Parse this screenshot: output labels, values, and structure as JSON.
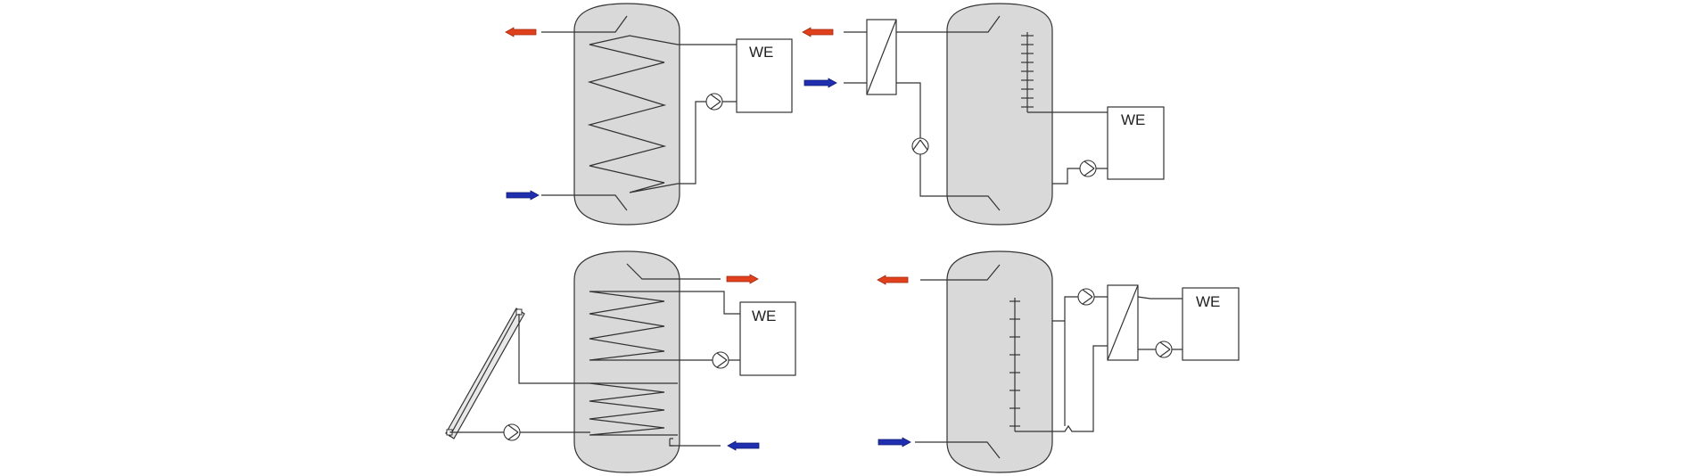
{
  "labels": {
    "we_top_left": "WE",
    "we_top_right": "WE",
    "we_bottom_left": "WE",
    "we_bottom_right": "WE"
  },
  "colors": {
    "hot_arrow": "#e0401c",
    "cold_arrow": "#1f2fb0",
    "tank_fill": "#d9d9d9",
    "line": "#333333"
  },
  "icons": {
    "hot_arrow": "hot-water-outlet-arrow-icon",
    "cold_arrow": "cold-water-inlet-arrow-icon",
    "pump": "pump-icon",
    "heat_exchanger": "heat-exchanger-icon",
    "collector": "solar-collector-icon"
  }
}
